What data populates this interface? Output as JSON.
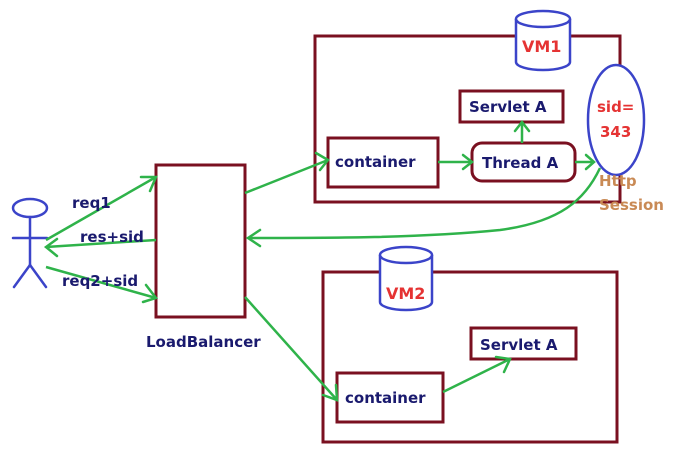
{
  "labels": {
    "req1": "req1",
    "res_sid": "res+sid",
    "req2_sid": "req2+sid",
    "load_balancer": "LoadBalancer",
    "vm1": "VM1",
    "vm2": "VM2",
    "vm1_container": "container",
    "vm1_thread": "Thread A",
    "vm1_servlet": "Servlet A",
    "vm2_container": "container",
    "vm2_servlet": "Servlet A",
    "sid_line1": "sid=",
    "sid_line2": "343",
    "http_line1": "Http",
    "http_line2": "Session"
  },
  "colors": {
    "box_border": "#7a1020",
    "arrow": "#2fb34a",
    "actor": "#3b44c9",
    "text": "#1a1a6e",
    "vm_label": "#e53333",
    "session_label": "#c98a55"
  },
  "icons": {
    "user": "stick-figure-icon",
    "vm1_db": "database-cylinder-icon",
    "vm2_db": "database-cylinder-icon"
  }
}
